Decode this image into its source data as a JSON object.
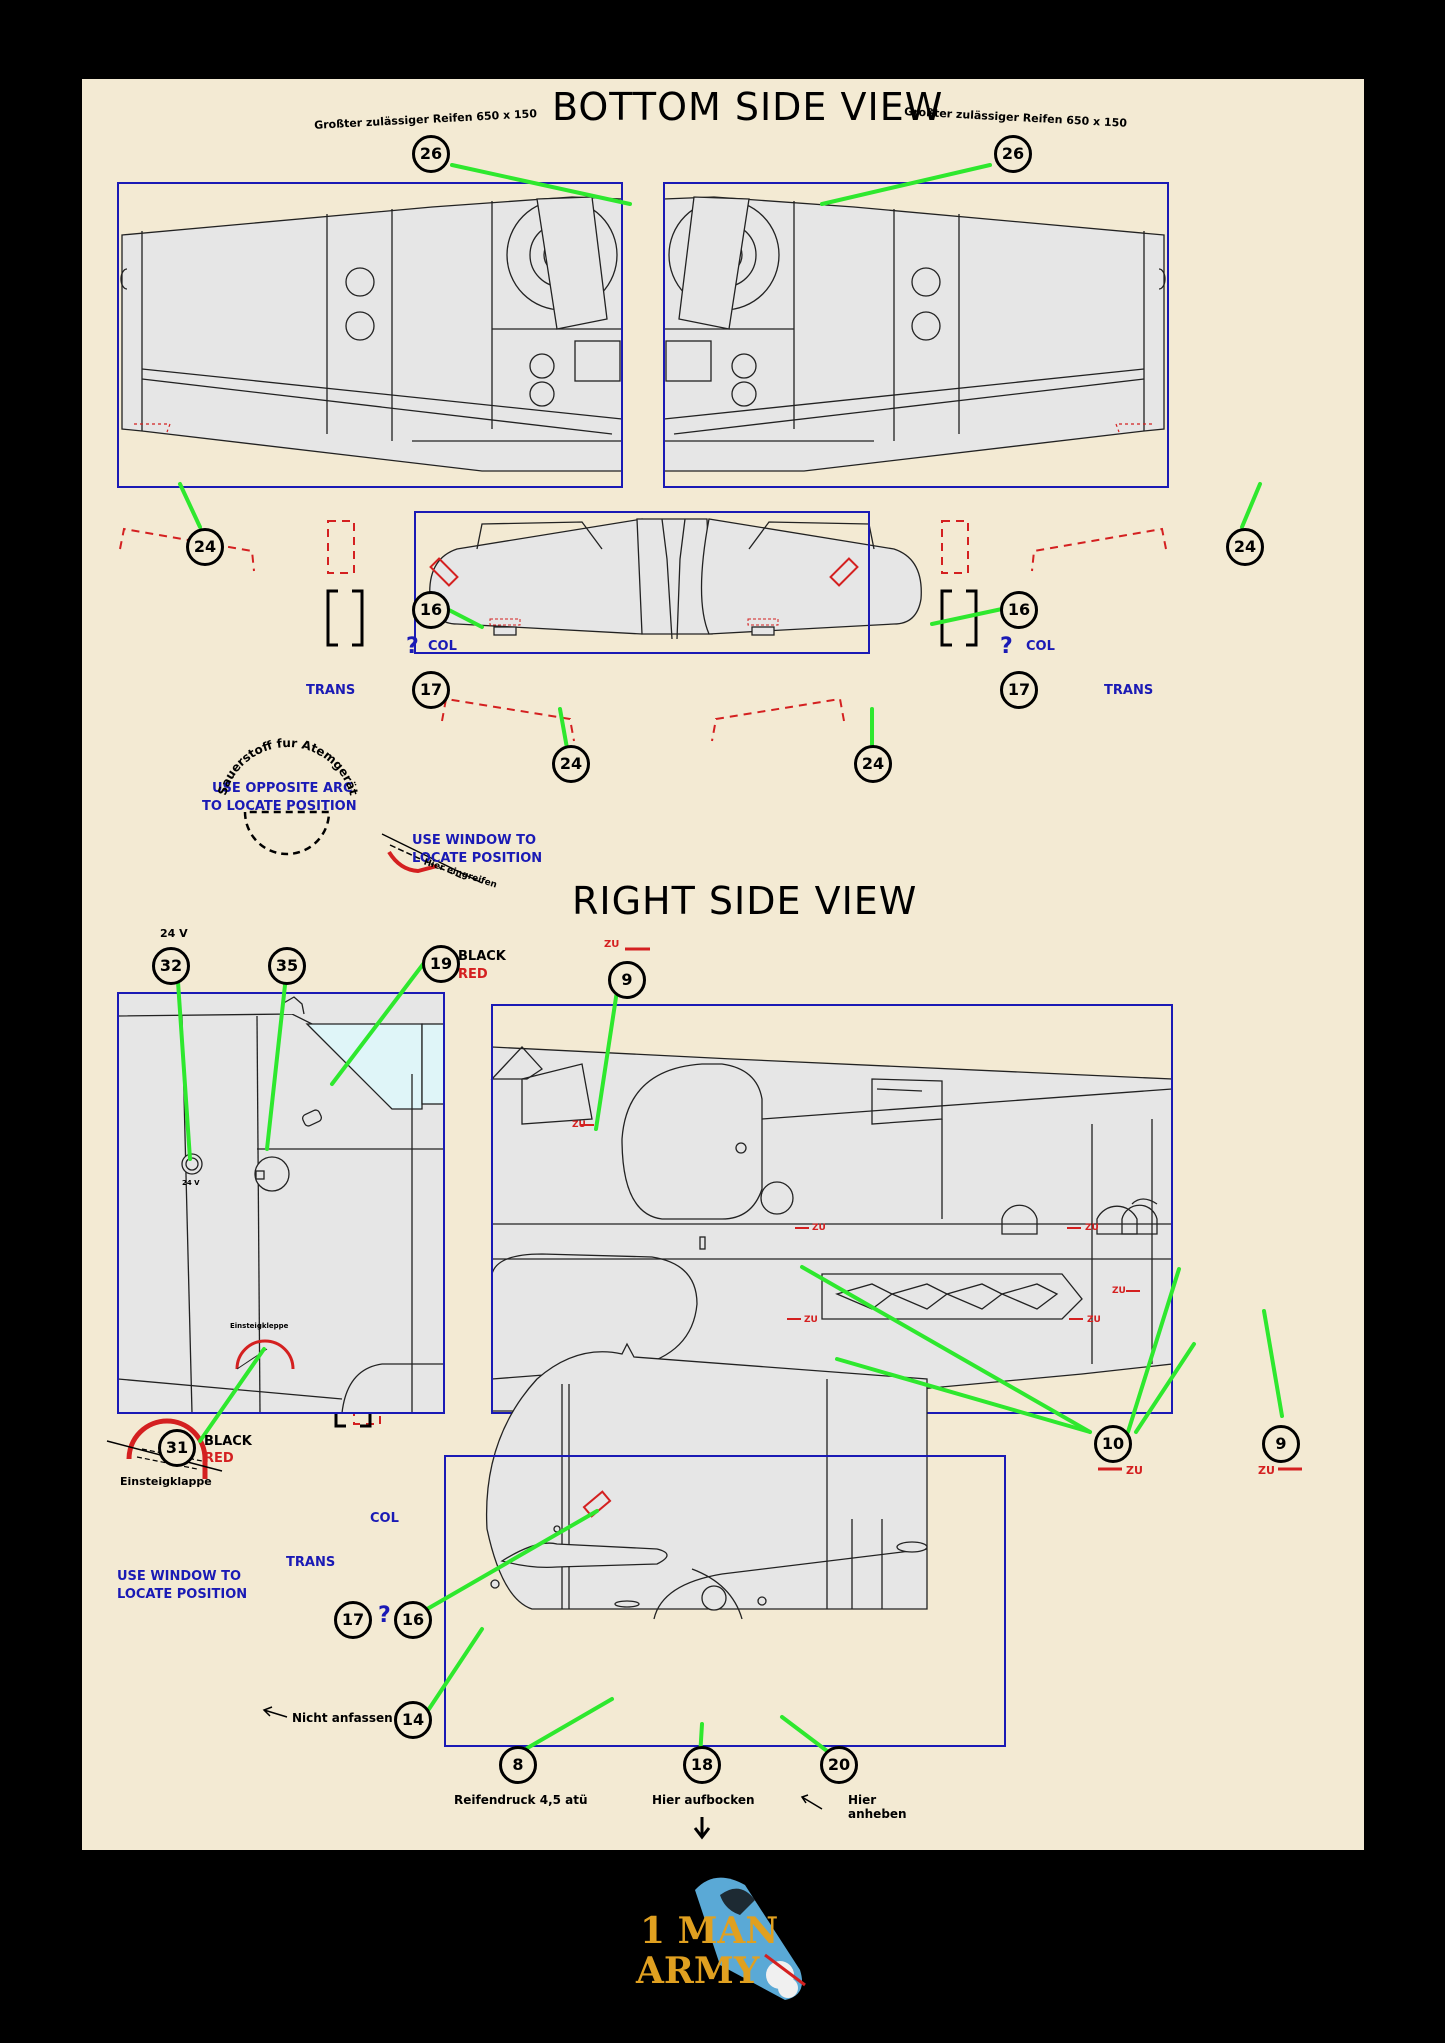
{
  "titles": {
    "bottom": "BOTTOM SIDE VIEW",
    "right": "RIGHT SIDE VIEW"
  },
  "stencils": {
    "tyre_left": "Großter zulässiger Reifen 650 x 150",
    "tyre_right": "Großter zulässiger Reifen 650 x 150",
    "oxygen": "Sauerstoff fur Atemgerät",
    "einsteig": "Einsteigklappe",
    "einsteig_small": "Einsteigkleppe",
    "hier_eingreifen": "Hier eingreifen",
    "volt": "24 V",
    "volt_small": "24 V",
    "nicht_anfassen": "Nicht anfassen",
    "reifendruck": "Reifendruck 4,5 atü",
    "hier_aufbocken": "Hier aufbocken",
    "hier_anheben": "Hier anheben",
    "zu": "ZU"
  },
  "notes": {
    "arc": "USE OPPOSITE ARC TO LOCATE POSITION",
    "arc_l1": "USE OPPOSITE ARC",
    "arc_l2": "TO LOCATE POSITION",
    "window_top_l1": "USE WINDOW TO",
    "window_top_l2": "LOCATE POSITION",
    "window_bot_l1": "USE WINDOW TO",
    "window_bot_l2": "LOCATE POSITION",
    "col": "COL",
    "trans": "TRANS",
    "black": "BLACK",
    "red": "RED",
    "question": "?"
  },
  "callouts": {
    "n26": "26",
    "n24": "24",
    "n16": "16",
    "n17": "17",
    "n32": "32",
    "n35": "35",
    "n19": "19",
    "n9": "9",
    "n31": "31",
    "n10": "10",
    "n14": "14",
    "n8": "8",
    "n18": "18",
    "n20": "20"
  },
  "logo": {
    "line1": "1 MAN",
    "line2": "ARMY"
  },
  "colors": {
    "sheet": "#f3ead3",
    "panel": "#e6e6e6",
    "frame_blue": "#1a1ab5",
    "leader_green": "#2ee82e",
    "marker_red": "#d42020",
    "border": "#000000"
  }
}
